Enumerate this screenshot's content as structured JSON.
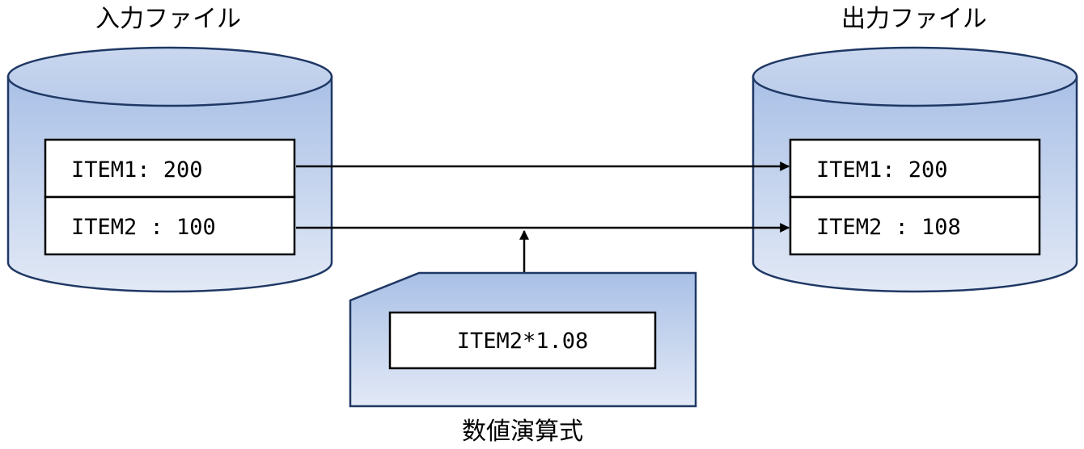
{
  "input_file": {
    "title": "入力ファイル",
    "fields": [
      {
        "text": "ITEM1: 200"
      },
      {
        "text": "ITEM2 : 100"
      }
    ]
  },
  "output_file": {
    "title": "出力ファイル",
    "fields": [
      {
        "text": "ITEM1: 200"
      },
      {
        "text": "ITEM2 : 108"
      }
    ]
  },
  "expression": {
    "title": "数値演算式",
    "formula": "ITEM2*1.08"
  },
  "colors": {
    "shape_fill_top": "#a9c0e6",
    "shape_fill_bottom": "#e2e9f6",
    "outline": "#1f3864",
    "line": "#000000"
  }
}
